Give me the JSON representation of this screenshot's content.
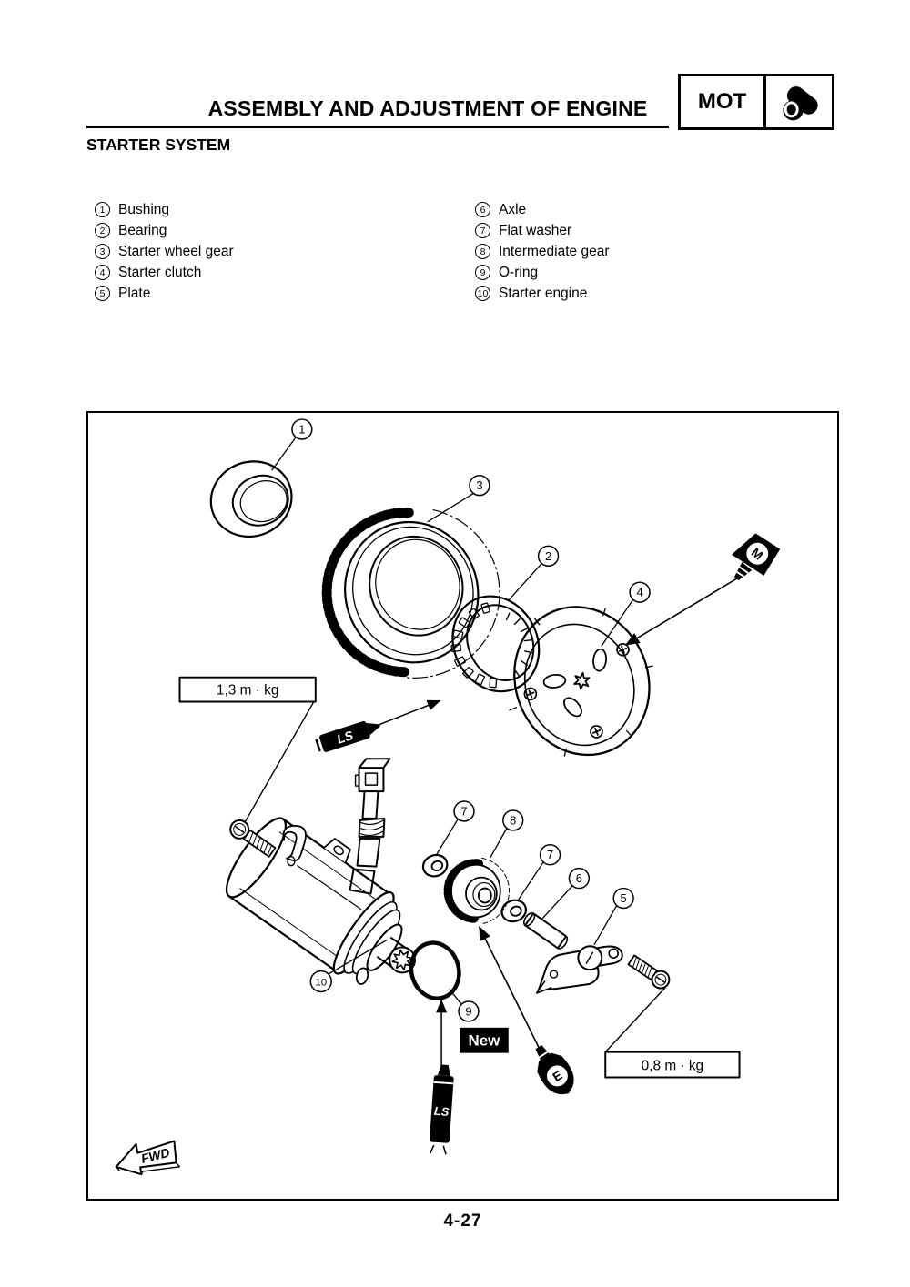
{
  "header": {
    "title": "ASSEMBLY AND ADJUSTMENT OF ENGINE",
    "tag": "MOT",
    "section": "STARTER SYSTEM"
  },
  "parts_list": {
    "left": [
      {
        "num": "1",
        "label": "Bushing"
      },
      {
        "num": "2",
        "label": "Bearing"
      },
      {
        "num": "3",
        "label": "Starter wheel gear"
      },
      {
        "num": "4",
        "label": "Starter clutch"
      },
      {
        "num": "5",
        "label": "Plate"
      }
    ],
    "right": [
      {
        "num": "6",
        "label": "Axle"
      },
      {
        "num": "7",
        "label": "Flat washer"
      },
      {
        "num": "8",
        "label": "Intermediate gear"
      },
      {
        "num": "9",
        "label": "O-ring"
      },
      {
        "num": "10",
        "label": "Starter engine"
      }
    ]
  },
  "diagram": {
    "callouts": {
      "c1": "1",
      "c2": "2",
      "c3": "3",
      "c4": "4",
      "c5": "5",
      "c6": "6",
      "c7a": "7",
      "c7b": "7",
      "c8": "8",
      "c9": "9",
      "c10": "10"
    },
    "torque_upper": "1,3 m · kg",
    "torque_lower": "0,8 m · kg",
    "new_label": "New",
    "fwd_label": "FWD",
    "ls_label": "LS",
    "m_label": "M",
    "e_label": "E"
  },
  "footer": {
    "page_number": "4-27"
  }
}
